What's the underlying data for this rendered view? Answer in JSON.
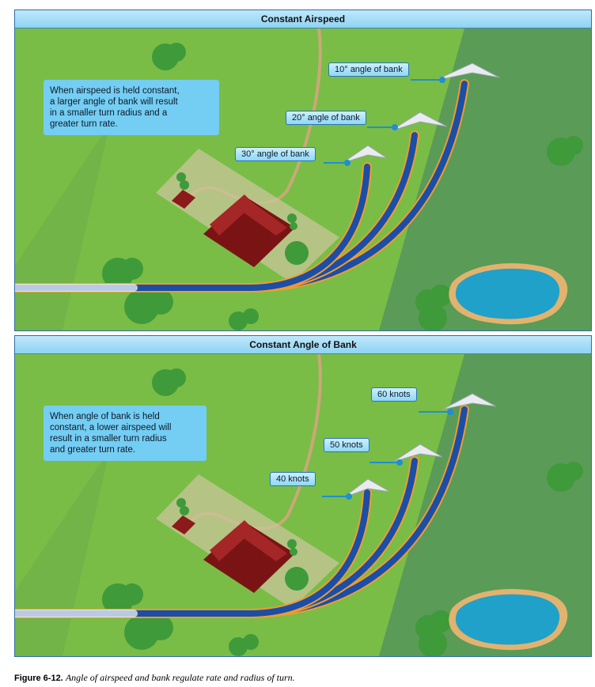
{
  "panels": [
    {
      "title": "Constant Airspeed",
      "note": [
        "When airspeed is held constant,",
        "a larger angle of bank will result",
        "in a smaller turn radius and a",
        "greater turn rate."
      ],
      "labels": [
        "10° angle of bank",
        "20° angle of bank",
        "30° angle of bank"
      ]
    },
    {
      "title": "Constant Angle of Bank",
      "note": [
        "When angle of bank is held",
        "constant, a lower airspeed will",
        "result in a smaller turn radius",
        "and greater turn rate."
      ],
      "labels": [
        "60 knots",
        "50 knots",
        "40 knots"
      ]
    }
  ],
  "caption": {
    "figure": "Figure 6-12.",
    "text": "Angle of airspeed and bank regulate rate and radius of turn."
  },
  "colors": {
    "grass_light": "#79bd46",
    "grass_dark": "#5a9b58",
    "path_blue": "#1b4ea6",
    "path_orange": "#f29a2e",
    "water": "#1fa1c9",
    "roof": "#8b1a1a",
    "label_blue": "#8fd8f6"
  }
}
